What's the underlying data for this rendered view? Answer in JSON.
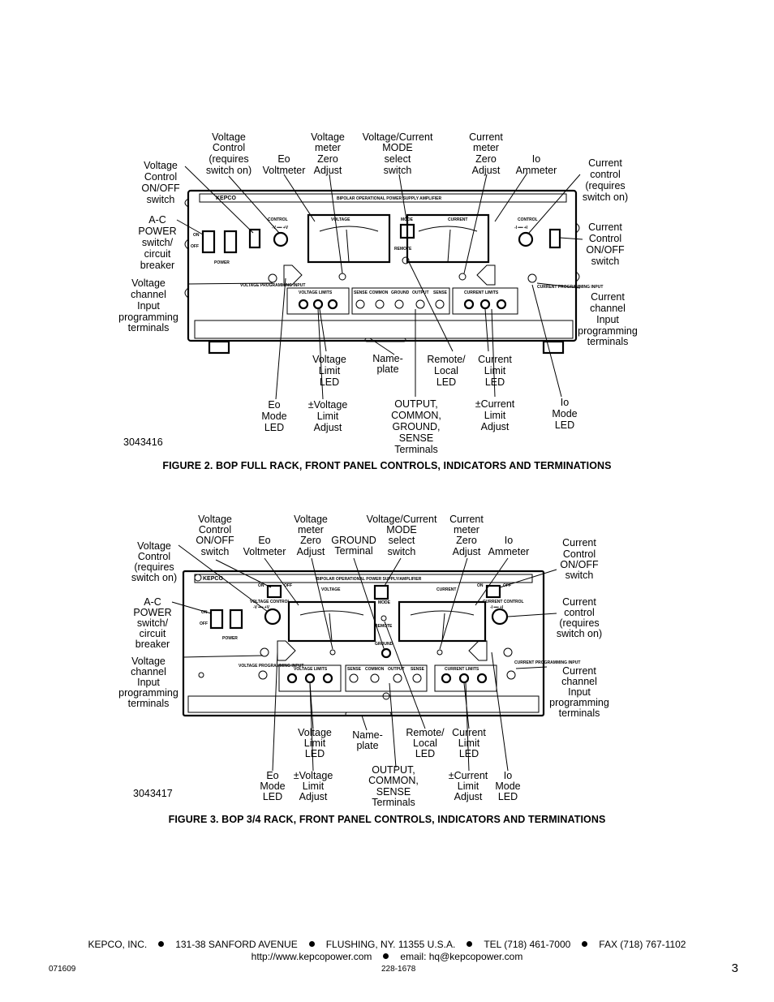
{
  "figure2": {
    "id": "3043416",
    "caption": "FIGURE 2.  BOP FULL RACK, FRONT PANEL CONTROLS, INDICATORS AND TERMINATIONS",
    "callouts": {
      "v_control": [
        "Voltage",
        "Control",
        "(requires",
        "switch on)"
      ],
      "eo_voltmeter": [
        "Eo",
        "Voltmeter"
      ],
      "v_meter_zero": [
        "Voltage",
        "meter",
        "Zero",
        "Adjust"
      ],
      "mode_select": [
        "Voltage/Current",
        "MODE",
        "select",
        "switch"
      ],
      "c_meter_zero": [
        "Current",
        "meter",
        "Zero",
        "Adjust"
      ],
      "io_ammeter": [
        "Io",
        "Ammeter"
      ],
      "c_control": [
        "Current",
        "control",
        "(requires",
        "switch on)"
      ],
      "v_onoff": [
        "Voltage",
        "Control",
        "ON/OFF",
        "switch"
      ],
      "ac_power": [
        "A-C",
        "POWER",
        "switch/",
        "circuit",
        "breaker"
      ],
      "c_onoff": [
        "Current",
        "Control",
        "ON/OFF",
        "switch"
      ],
      "v_prog": [
        "Voltage",
        "channel",
        "Input",
        "programming",
        "terminals"
      ],
      "c_prog": [
        "Current",
        "channel",
        "Input",
        "programming",
        "terminals"
      ],
      "v_limit_led": [
        "Voltage",
        "Limit",
        "LED"
      ],
      "nameplate": [
        "Name-",
        "plate"
      ],
      "remote_local": [
        "Remote/",
        "Local",
        "LED"
      ],
      "c_limit_led": [
        "Current",
        "Limit",
        "LED"
      ],
      "eo_mode": [
        "Eo",
        "Mode",
        "LED"
      ],
      "v_limit_adj": [
        "±Voltage",
        "Limit",
        "Adjust"
      ],
      "output_terms": [
        "OUTPUT,",
        "COMMON,",
        "GROUND,",
        "SENSE",
        "Terminals"
      ],
      "c_limit_adj": [
        "±Current",
        "Limit",
        "Adjust"
      ],
      "io_mode": [
        "Io",
        "Mode",
        "LED"
      ]
    },
    "panel": {
      "brand": "KEPCO",
      "title": "BIPOLAR OPERATIONAL POWER SUPPLY AMPLIFIER",
      "voltage": "VOLTAGE",
      "current": "CURRENT",
      "control": "CONTROL",
      "mode": "MODE",
      "remote": "REMOTE",
      "power": "POWER",
      "on": "ON",
      "off": "OFF",
      "v_range": "-V ━━ +V",
      "i_range": "-I ━━ +I",
      "v_prog_input": "VOLTAGE PROGRAMMING INPUT",
      "c_prog_input": "CURRENT PROGRAMMING INPUT",
      "v_limits": "VOLTAGE LIMITS",
      "c_limits": "CURRENT LIMITS",
      "sense": "SENSE",
      "common": "COMMON",
      "ground": "GROUND",
      "output": "OUTPUT"
    }
  },
  "figure3": {
    "id": "3043417",
    "caption": "FIGURE 3.  BOP 3/4 RACK, FRONT PANEL CONTROLS, INDICATORS AND TERMINATIONS",
    "callouts": {
      "v_onoff": [
        "Voltage",
        "Control",
        "ON/OFF",
        "switch"
      ],
      "eo_voltmeter": [
        "Eo",
        "Voltmeter"
      ],
      "v_meter_zero": [
        "Voltage",
        "meter",
        "Zero",
        "Adjust"
      ],
      "ground": [
        "GROUND",
        "Terminal"
      ],
      "mode_select": [
        "Voltage/Current",
        "MODE",
        "select",
        "switch"
      ],
      "c_meter_zero": [
        "Current",
        "meter",
        "Zero",
        "Adjust"
      ],
      "io_ammeter": [
        "Io",
        "Ammeter"
      ],
      "c_onoff": [
        "Current",
        "Control",
        "ON/OFF",
        "switch"
      ],
      "v_control": [
        "Voltage",
        "Control",
        "(requires",
        "switch on)"
      ],
      "c_control": [
        "Current",
        "control",
        "(requires",
        "switch on)"
      ],
      "ac_power": [
        "A-C",
        "POWER",
        "switch/",
        "circuit",
        "breaker"
      ],
      "v_prog": [
        "Voltage",
        "channel",
        "Input",
        "programming",
        "terminals"
      ],
      "c_prog": [
        "Current",
        "channel",
        "Input",
        "programming",
        "terminals"
      ],
      "v_limit_led": [
        "Voltage",
        "Limit",
        "LED"
      ],
      "nameplate": [
        "Name-",
        "plate"
      ],
      "remote_local": [
        "Remote/",
        "Local",
        "LED"
      ],
      "c_limit_led": [
        "Current",
        "Limit",
        "LED"
      ],
      "eo_mode": [
        "Eo",
        "Mode",
        "LED"
      ],
      "v_limit_adj": [
        "±Voltage",
        "Limit",
        "Adjust"
      ],
      "output_terms": [
        "OUTPUT,",
        "COMMON,",
        "SENSE",
        "Terminals"
      ],
      "c_limit_adj": [
        "±Current",
        "Limit",
        "Adjust"
      ],
      "io_mode": [
        "Io",
        "Mode",
        "LED"
      ]
    },
    "panel": {
      "brand": "KEPCO",
      "title": "BIPOLAR OPERATIONAL POWER SUPPLY/AMPLIFIER",
      "voltage": "VOLTAGE",
      "current": "CURRENT",
      "v_control": "VOLTAGE CONTROL",
      "c_control": "CURRENT CONTROL",
      "mode": "MODE",
      "remote": "REMOTE",
      "ground": "GROUND",
      "power": "POWER",
      "on": "ON",
      "off": "OFF",
      "v_range": "-V ━━ +V",
      "i_range": "-I ━━ +I",
      "v_prog_input": "VOLTAGE PROGRAMMING INPUT",
      "c_prog_input": "CURRENT PROGRAMMING INPUT",
      "v_limits": "VOLTAGE LIMITS",
      "c_limits": "CURRENT LIMITS",
      "sense": "SENSE",
      "common": "COMMON",
      "output": "OUTPUT"
    }
  },
  "footer": {
    "company": "KEPCO, INC.",
    "address": "131-38 SANFORD AVENUE",
    "city": "FLUSHING, NY. 11355 U.S.A.",
    "tel": "TEL (718) 461-7000",
    "fax": "FAX (718) 767-1102",
    "web": "http://www.kepcopower.com",
    "email": "email: hq@kepcopower.com",
    "date_code": "071609",
    "doc_number": "228-1678",
    "page": "3"
  }
}
